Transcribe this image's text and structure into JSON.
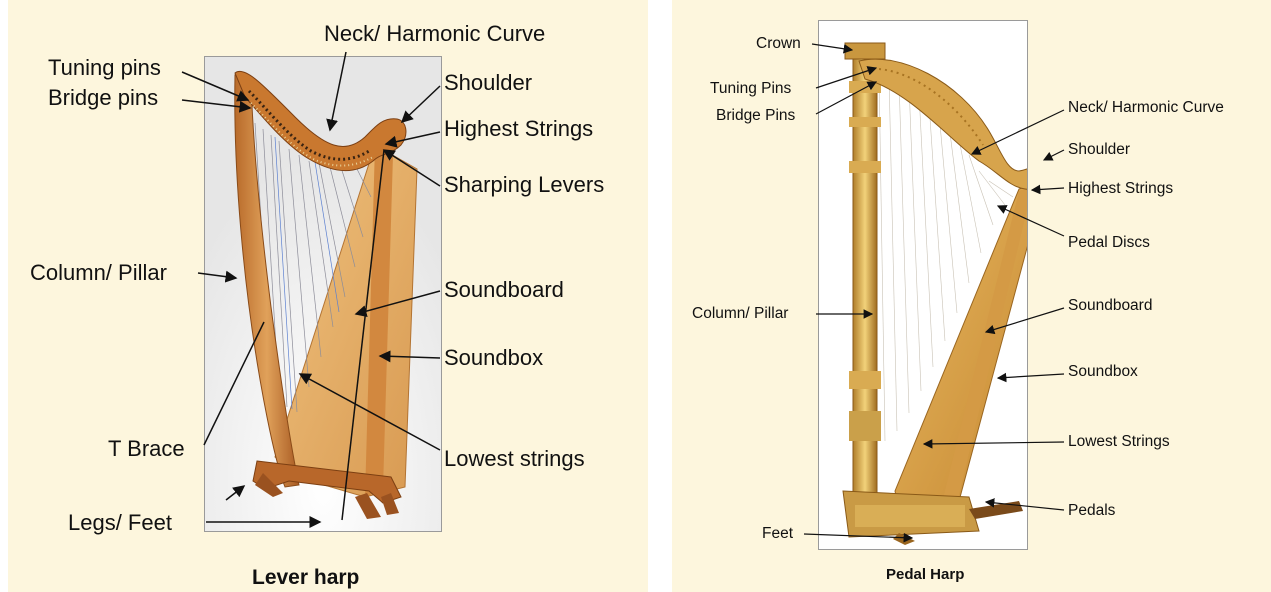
{
  "lever_harp": {
    "caption": "Lever harp",
    "labels": {
      "neck": "Neck/ Harmonic Curve",
      "tuning_pins": "Tuning pins",
      "bridge_pins": "Bridge pins",
      "shoulder": "Shoulder",
      "highest_strings": "Highest Strings",
      "sharping_levers": "Sharping Levers",
      "column": "Column/ Pillar",
      "soundboard": "Soundboard",
      "soundbox": "Soundbox",
      "t_brace": "T Brace",
      "lowest_strings": "Lowest strings",
      "legs": "Legs/ Feet"
    }
  },
  "pedal_harp": {
    "caption": "Pedal Harp",
    "labels": {
      "crown": "Crown",
      "tuning_pins": "Tuning Pins",
      "bridge_pins": "Bridge Pins",
      "neck": "Neck/ Harmonic Curve",
      "shoulder": "Shoulder",
      "highest_strings": "Highest Strings",
      "pedal_discs": "Pedal Discs",
      "column": "Column/ Pillar",
      "soundboard": "Soundboard",
      "soundbox": "Soundbox",
      "lowest_strings": "Lowest Strings",
      "pedals": "Pedals",
      "feet": "Feet"
    }
  }
}
